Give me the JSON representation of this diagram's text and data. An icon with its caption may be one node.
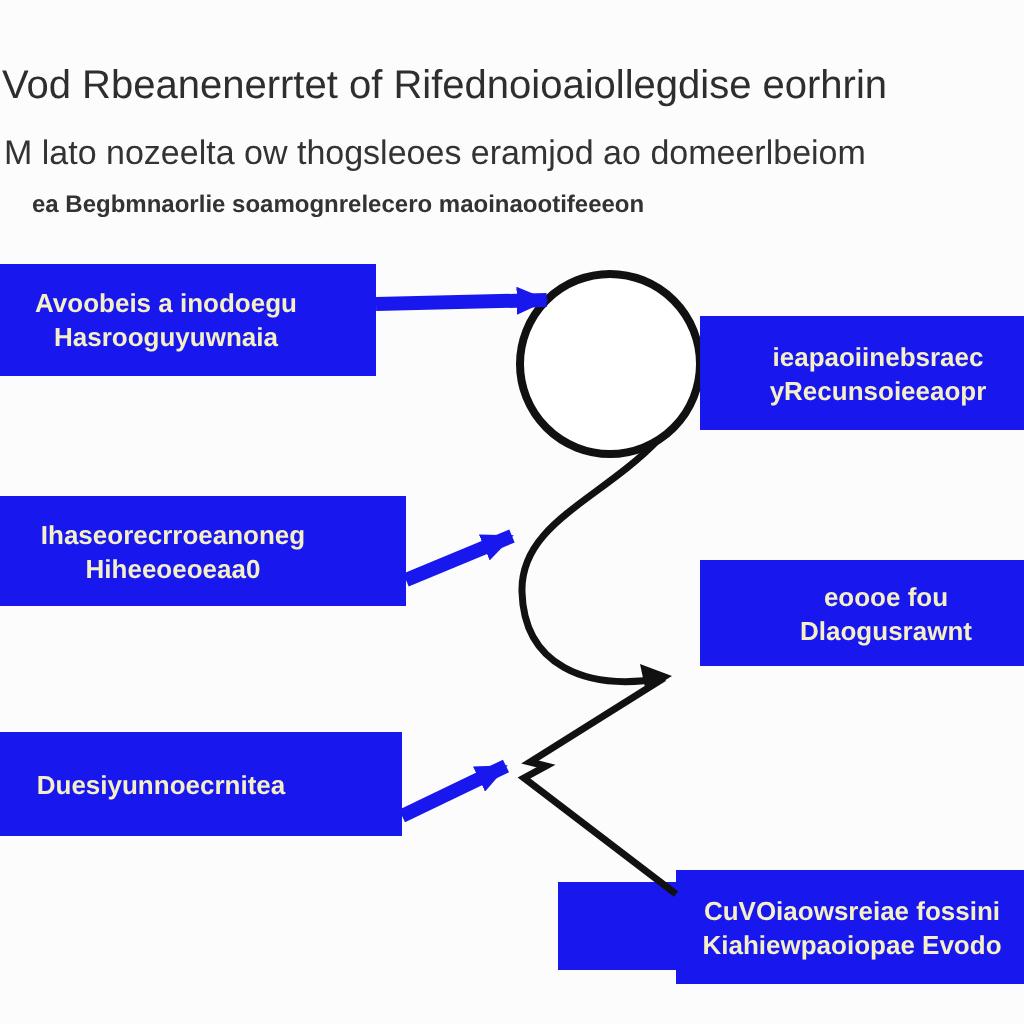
{
  "diagram": {
    "title": "Vod Rbeanenerrtet of Rifednoioaiollegdise eorhrin",
    "nodes": [
      {
        "text": [
          "Avoobeis a inodoegu",
          "Hasrooguyuwnaia"
        ]
      },
      {
        "text": [],
        "shape": "circle"
      },
      {
        "text": [
          "ieapaoiinebsraec",
          "yRecunsoieeaopr"
        ]
      },
      {
        "text": [
          "Ihaseorecrroeanoneg",
          "Hiheeoeoeaa0"
        ]
      },
      {
        "text": [
          "eoooe fou",
          "Dlaogusrawnt"
        ]
      },
      {
        "text": [
          "Duesiyunnoecrnitea"
        ]
      },
      {
        "text": [
          "CuVOiaowsreiae fossini",
          "Kiahiewpaoiopae Evodo"
        ]
      }
    ],
    "edges": [
      {
        "from": 0,
        "to": 1,
        "arrow": "to"
      },
      {
        "from": 3,
        "to": null,
        "arrow": "to"
      },
      {
        "from": 5,
        "to": null,
        "arrow": "to"
      },
      {
        "from": 1,
        "to": 6,
        "arrow": "to",
        "color": "#111111"
      }
    ],
    "labels": [
      "M lato nozeelta ow thogsleoes eramjod ao domeerlbeiom",
      "ea Begbmnaorlie soamognrelecero maoinaootifeeeon"
    ]
  }
}
